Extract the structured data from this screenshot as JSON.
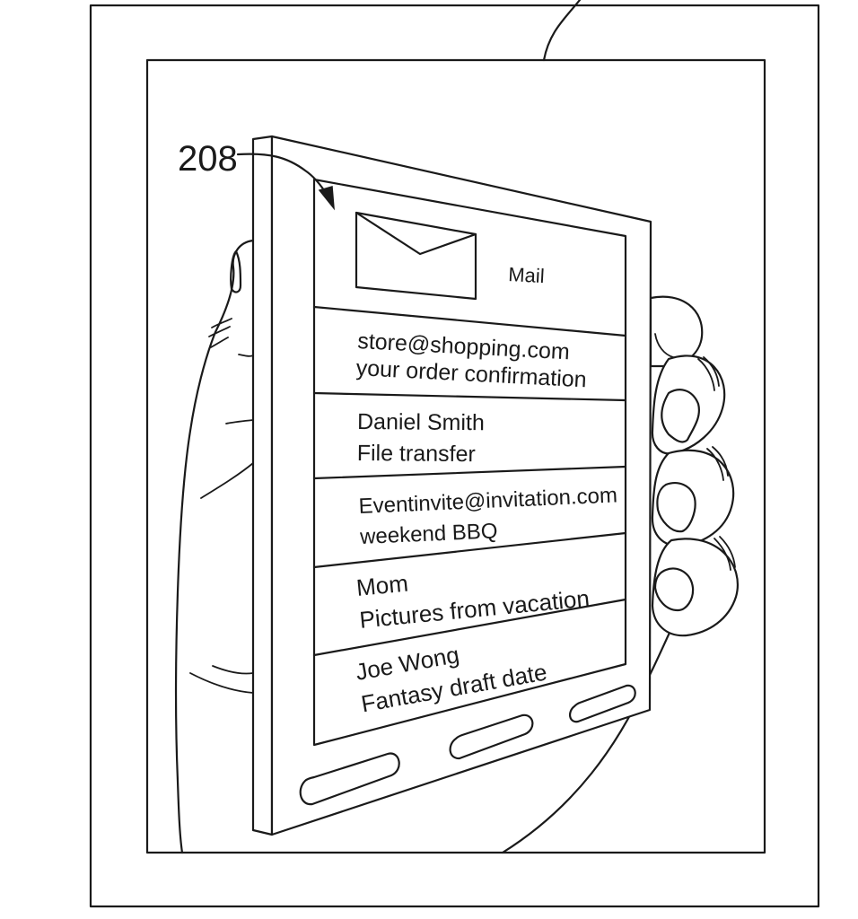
{
  "figure": {
    "reference_label": "208"
  },
  "device": {
    "app": {
      "icon": "envelope-icon",
      "title": "Mail"
    },
    "messages": [
      {
        "sender": "store@shopping.com",
        "subject": "your order confirmation"
      },
      {
        "sender": "Daniel Smith",
        "subject": "File transfer"
      },
      {
        "sender": "Eventinvite@invitation.com",
        "subject": "weekend BBQ"
      },
      {
        "sender": "Mom",
        "subject": "Pictures from vacation"
      },
      {
        "sender": "Joe Wong",
        "subject": "Fantasy draft date"
      }
    ],
    "hardware_buttons": [
      "left-button",
      "center-button",
      "right-button"
    ]
  },
  "colors": {
    "line": "#1a1a1a",
    "background": "#ffffff"
  }
}
